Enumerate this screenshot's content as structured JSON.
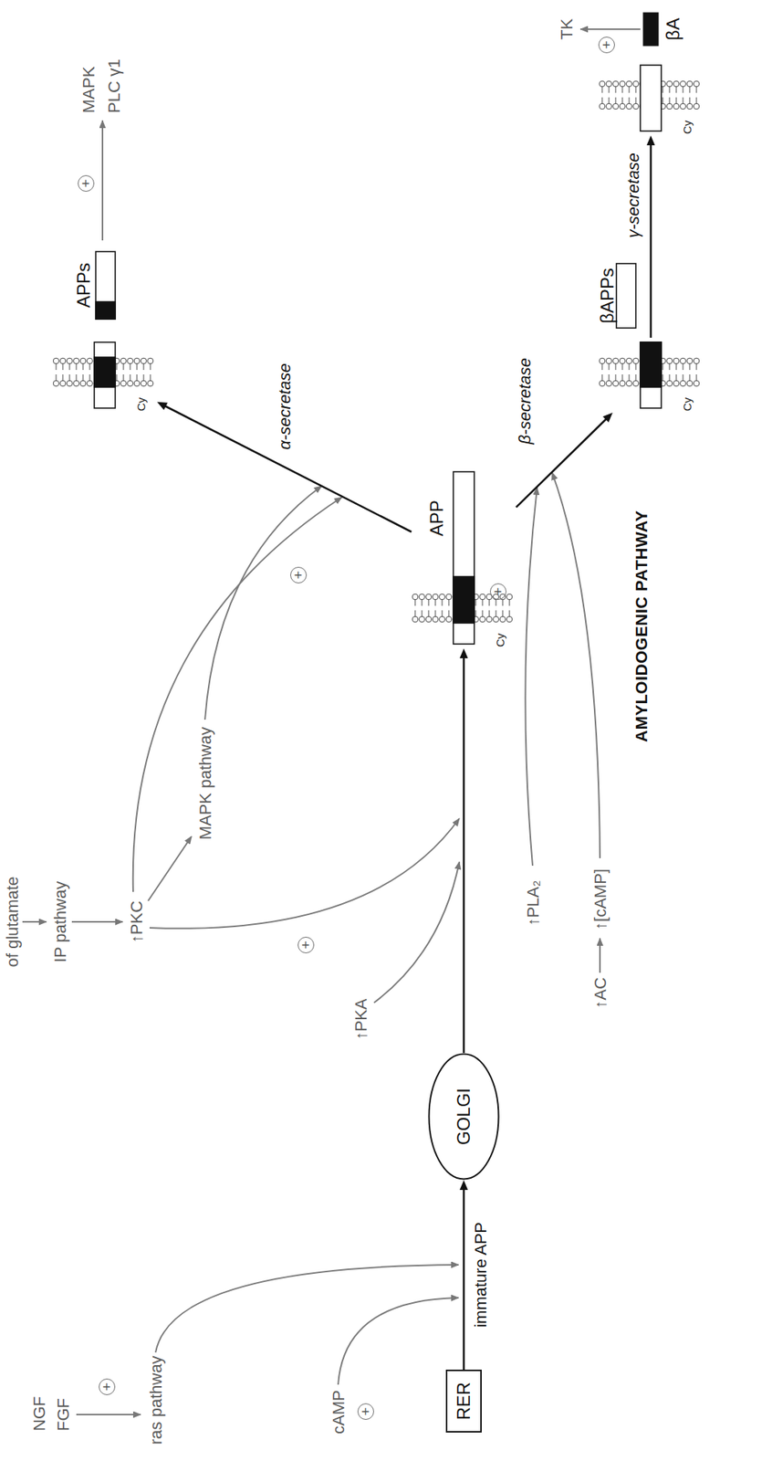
{
  "diagram": {
    "nodes": [
      {
        "text": [
          "RER"
        ]
      },
      {
        "text": [
          "GOLGI"
        ]
      },
      {
        "text": [
          "APP",
          "Cy"
        ]
      },
      {
        "text": [
          "Cy"
        ]
      },
      {
        "text": [
          "APPs"
        ]
      },
      {
        "text": [
          "Cy"
        ]
      },
      {
        "text": [
          "βAPPs"
        ]
      },
      {
        "text": [
          "Cy"
        ]
      },
      {
        "text": [
          "βA"
        ]
      }
    ],
    "edges": [
      {
        "from": 0,
        "to": 1,
        "arrow": "to",
        "label": "immature APP"
      },
      {
        "from": 1,
        "to": 2,
        "arrow": "to"
      },
      {
        "from": 2,
        "to": 3,
        "arrow": "to",
        "label": "α-secretase"
      },
      {
        "from": 2,
        "to": 5,
        "arrow": "to",
        "label": "β-secretase"
      },
      {
        "from": 5,
        "to": 7,
        "arrow": "to",
        "label": "γ-secretase"
      }
    ],
    "labels": [
      "NGF",
      "FGF",
      "+",
      "ras pathway",
      "cAMP",
      "+",
      "of glutamate",
      "IP pathway",
      "↑PKC",
      "MAPK pathway",
      "+",
      "+",
      "↑PKA",
      "↑PLA₂",
      "↑AC",
      "↑[cAMP]",
      "+",
      "AMYLOIDOGENIC PATHWAY",
      "+",
      "MAPK",
      "PLC γ1",
      "TK",
      "+"
    ]
  }
}
